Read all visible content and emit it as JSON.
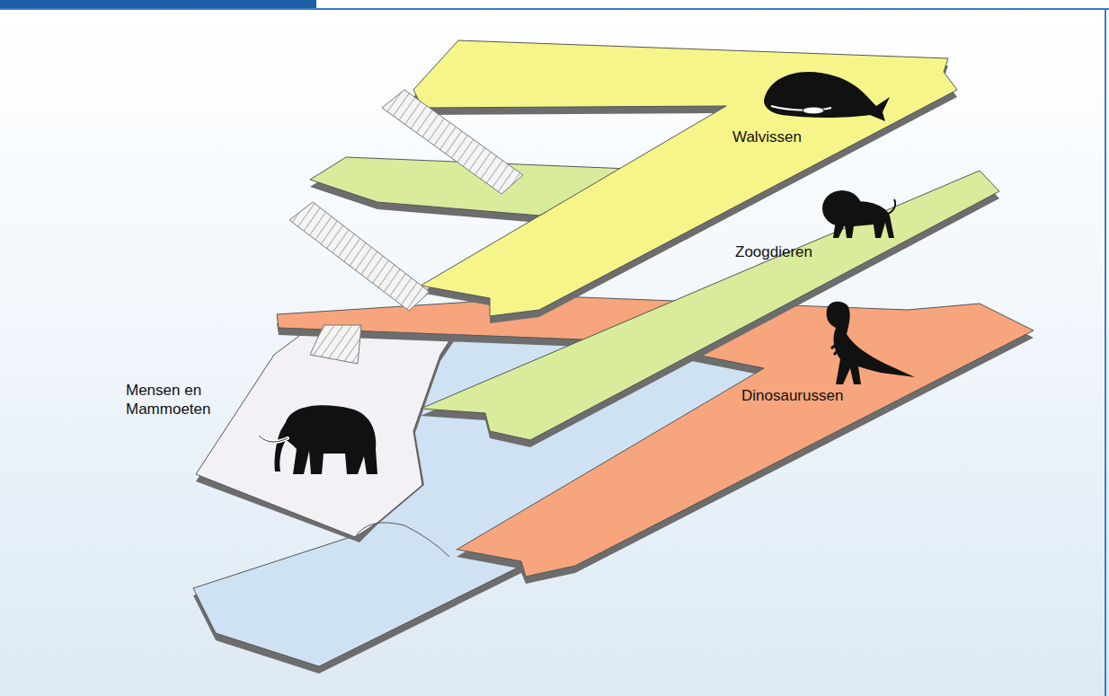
{
  "diagram": {
    "labels": [
      "Walvissen",
      "Zoogdieren",
      "Dinosaurussen",
      "Mensen en Mammoeten"
    ]
  }
}
